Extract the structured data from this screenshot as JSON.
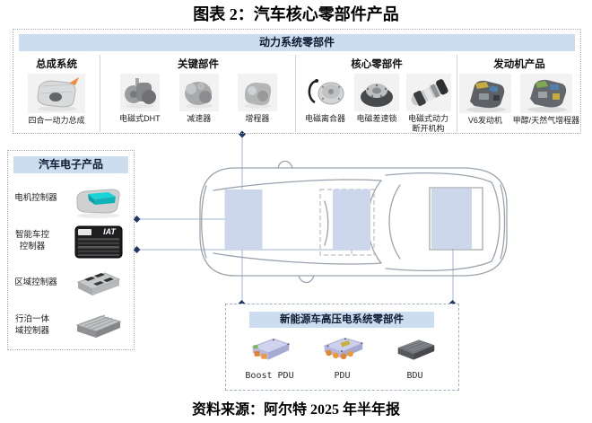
{
  "title": "图表 2：汽车核心零部件产品",
  "source": "资料来源：阿尔特 2025 年半年报",
  "colors": {
    "header_bg": "#cdddf0",
    "marker_navy": "#1f3864",
    "zone_fill": "#cdd7ec",
    "connector_line": "#a3b6d6",
    "accent_orange": "#ef9838"
  },
  "powertrain": {
    "title": "动力系统零部件",
    "sections": [
      {
        "title": "总成系统",
        "items": [
          {
            "label": "四合一动力总成",
            "icon": "assembly-4in1"
          }
        ]
      },
      {
        "title": "关键部件",
        "items": [
          {
            "label": "电磁式DHT",
            "icon": "em-dht"
          },
          {
            "label": "减速器",
            "icon": "reducer"
          },
          {
            "label": "增程器",
            "icon": "range-extender"
          }
        ]
      },
      {
        "title": "核心零部件",
        "items": [
          {
            "label": "电磁离合器",
            "icon": "em-clutch"
          },
          {
            "label": "电磁差速锁",
            "icon": "em-diff-lock"
          },
          {
            "label": "电磁式动力断开机构",
            "icon": "em-disconnect"
          }
        ]
      },
      {
        "title": "发动机产品",
        "items": [
          {
            "label": "V6发动机",
            "icon": "v6-engine"
          },
          {
            "label": "甲醇/天然气增程器",
            "icon": "methanol-gas-range-extender"
          }
        ]
      }
    ]
  },
  "electronics": {
    "title": "汽车电子产品",
    "brand_mark": "IAT",
    "items": [
      {
        "label": "电机控制器",
        "icon": "motor-controller"
      },
      {
        "label": "智能车控控制器",
        "icon": "smart-vehicle-controller"
      },
      {
        "label": "区域控制器",
        "icon": "zone-controller"
      },
      {
        "label": "行泊一体域控制器",
        "icon": "driving-parking-domain-controller"
      }
    ]
  },
  "high_voltage": {
    "title": "新能源车高压电系统零部件",
    "items": [
      {
        "label": "Boost PDU",
        "icon": "boost-pdu"
      },
      {
        "label": "PDU",
        "icon": "pdu"
      },
      {
        "label": "BDU",
        "icon": "bdu"
      }
    ]
  }
}
